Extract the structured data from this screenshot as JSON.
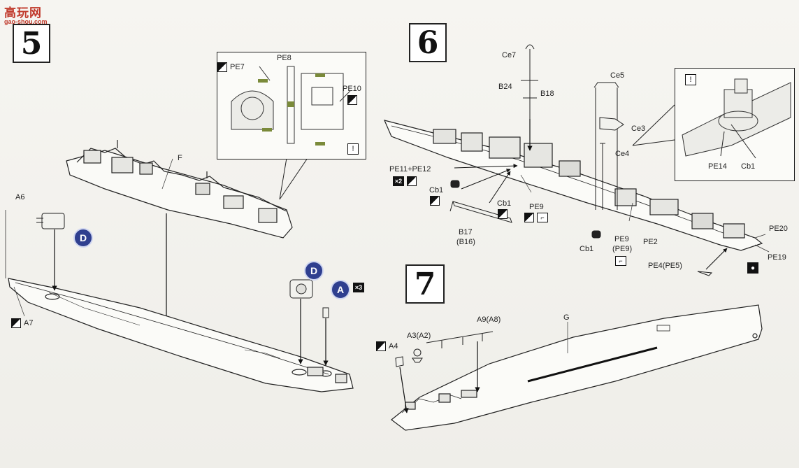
{
  "watermark": {
    "title": "高玩网",
    "url": "gao-shou.com"
  },
  "steps": {
    "s5": "5",
    "s6": "6",
    "s7": "7"
  },
  "step5": {
    "labels": {
      "f": "F",
      "a6": "A6",
      "a7": "A7",
      "pe7": "PE7",
      "pe8": "PE8",
      "pe10": "PE10"
    },
    "badges": {
      "d1": "D",
      "d2": "D",
      "a": "A"
    },
    "multiplier": "×3"
  },
  "step6": {
    "labels": {
      "ce7": "Ce7",
      "b24": "B24",
      "b18": "B18",
      "ce5": "Ce5",
      "ce3": "Ce3",
      "ce4": "Ce4",
      "pe11": "PE11+PE12",
      "x2": "×2",
      "cb1a": "Cb1",
      "cb1b": "Cb1",
      "pe9a": "PE9",
      "b17": "B17",
      "b16": "(B16)",
      "cb1c": "Cb1",
      "pe9b": "PE9",
      "pe9c": "(PE9)",
      "pe2": "PE2",
      "pe20": "PE20",
      "pe19": "PE19",
      "pe4": "PE4(PE5)",
      "pe14": "PE14",
      "cb1d": "Cb1"
    }
  },
  "step7": {
    "labels": {
      "g": "G",
      "a9": "A9(A8)",
      "a3": "A3(A2)",
      "a4": "A4"
    }
  },
  "icons": {
    "flip": "flip-sides-icon",
    "warning": "caution-icon",
    "paint": "paint-drop-icon",
    "bend": "bend-icon"
  }
}
